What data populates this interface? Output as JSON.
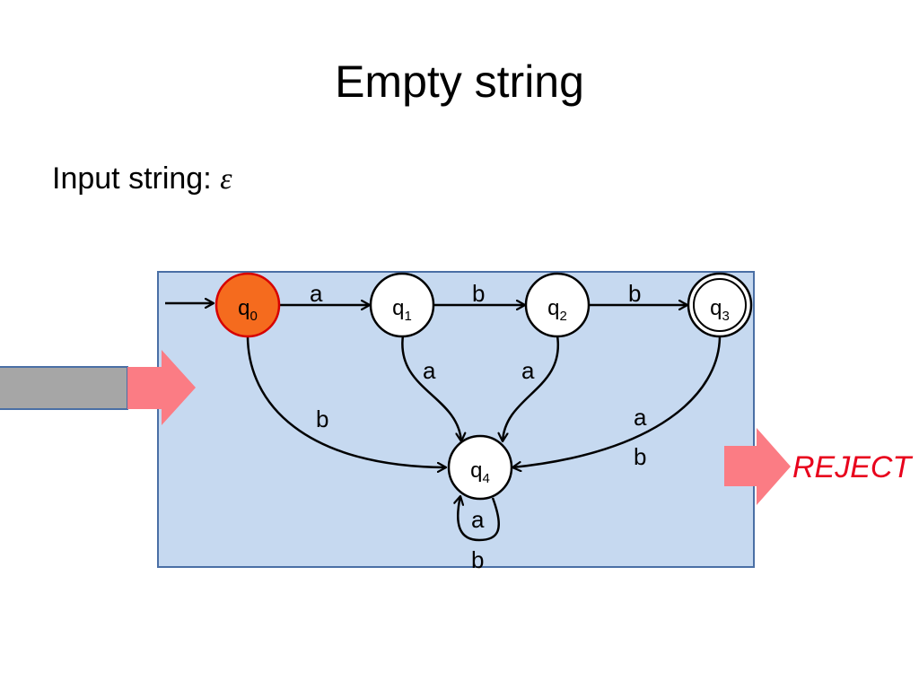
{
  "title": "Empty string",
  "input": {
    "label": "Input string:",
    "symbol": "ε"
  },
  "result": "REJECT",
  "colors": {
    "machine_fill": "#c6d9f0",
    "machine_border": "#4a6fa5",
    "active_state": "#f56b1e",
    "active_border": "#d60000",
    "arrow_pink": "#fb7c84",
    "tape_gray": "#a6a6a6",
    "reject_red": "#e8001c"
  },
  "states": [
    {
      "id": "q0",
      "base": "q",
      "sub": "0",
      "active": true,
      "accepting": false
    },
    {
      "id": "q1",
      "base": "q",
      "sub": "1",
      "active": false,
      "accepting": false
    },
    {
      "id": "q2",
      "base": "q",
      "sub": "2",
      "active": false,
      "accepting": false
    },
    {
      "id": "q3",
      "base": "q",
      "sub": "3",
      "active": false,
      "accepting": true
    },
    {
      "id": "q4",
      "base": "q",
      "sub": "4",
      "active": false,
      "accepting": false
    }
  ],
  "transitions": [
    {
      "from": "q0",
      "to": "q1",
      "label": "a"
    },
    {
      "from": "q1",
      "to": "q2",
      "label": "b"
    },
    {
      "from": "q2",
      "to": "q3",
      "label": "b"
    },
    {
      "from": "q0",
      "to": "q4",
      "label": "b"
    },
    {
      "from": "q1",
      "to": "q4",
      "label": "a"
    },
    {
      "from": "q2",
      "to": "q4",
      "label": "a"
    },
    {
      "from": "q3",
      "to": "q4",
      "label": "a",
      "label2": "b"
    },
    {
      "from": "q4",
      "to": "q4",
      "label": "a",
      "label2": "b"
    }
  ]
}
